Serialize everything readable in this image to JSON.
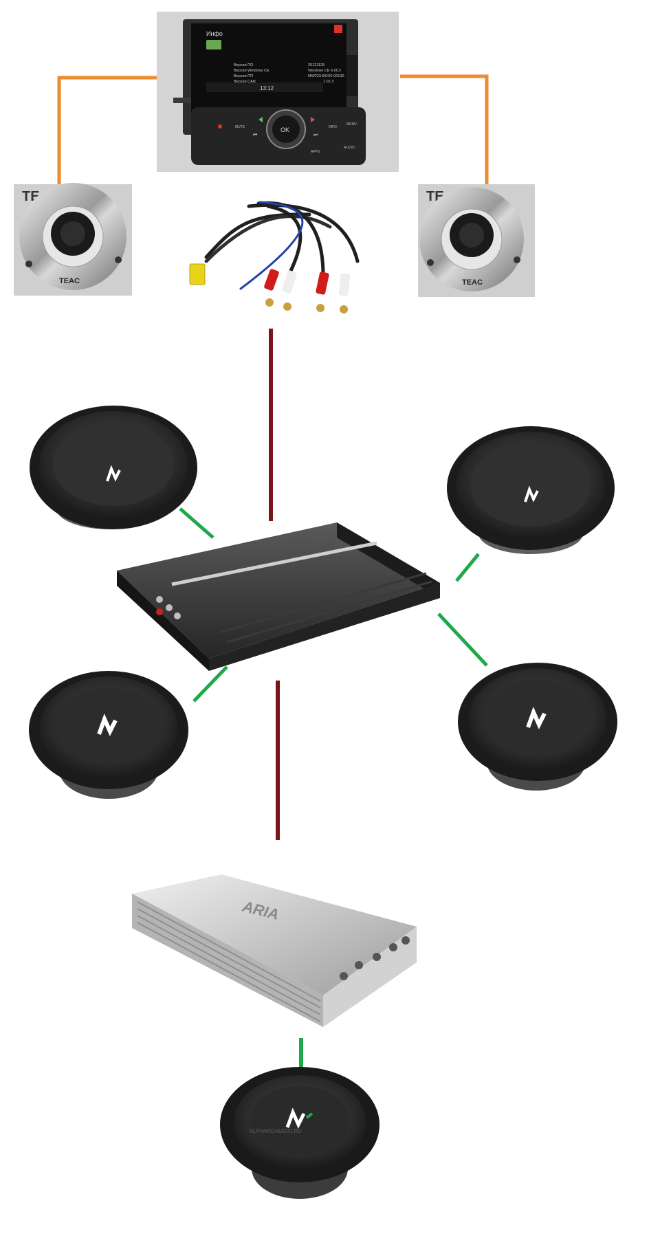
{
  "head_unit": {
    "screen_title": "Инфо",
    "info_rows": [
      {
        "label": "Версия ПО",
        "value": "20121128"
      },
      {
        "label": "Версия Windows CE",
        "value": "Windows CE 6.0C3"
      },
      {
        "label": "Версия ПП",
        "value": "MW223-BOX0-00130"
      },
      {
        "label": "Версия CAN",
        "value": "1.01.3"
      }
    ],
    "clock": "13:12",
    "buttons": {
      "mute": "MUTE",
      "ok": "OK",
      "info": "INFO",
      "menu": "MENU",
      "audio": "AUDIO",
      "apps": "APPS"
    }
  },
  "tweeters": {
    "brand": "TEAC",
    "partial_label": "TE"
  },
  "amplifier_sub": {
    "brand": "ARIA"
  },
  "subwoofer": {
    "watermark": "ALPHARDAUDIO.RU"
  },
  "colors": {
    "tweeter_wire": "#f08a2e",
    "rca_line": "#7a1418",
    "speaker_wire": "#1fa84a"
  }
}
